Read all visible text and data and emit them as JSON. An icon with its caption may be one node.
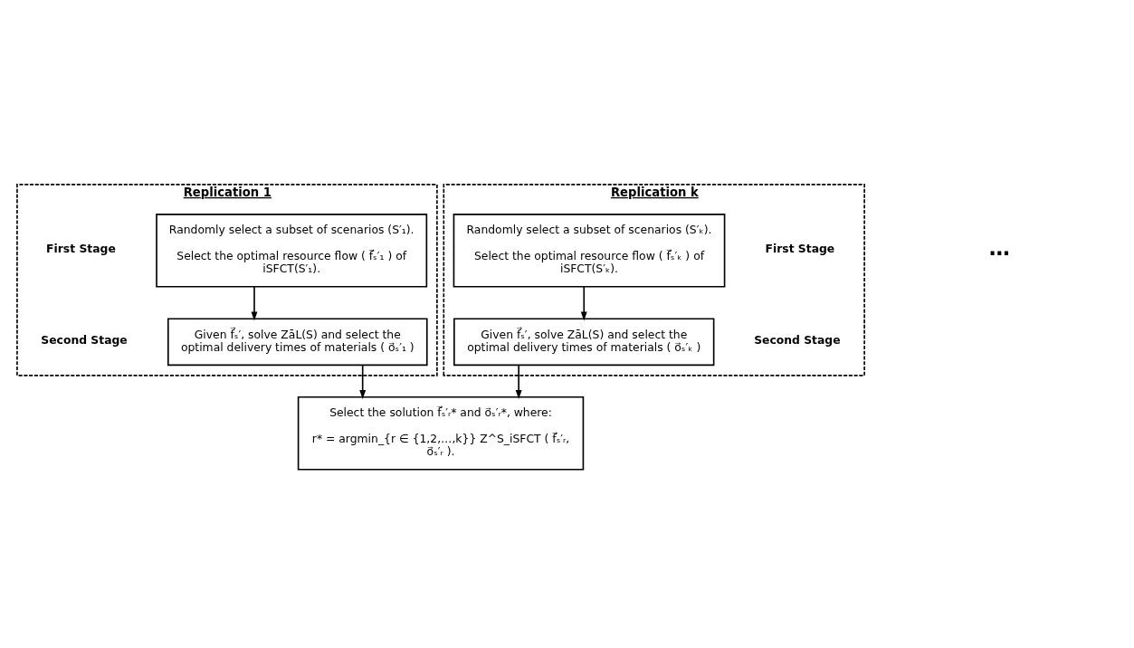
{
  "diagram": {
    "nodes": [
      {
        "text": [
          "Replication 1"
        ]
      },
      {
        "text": [
          "Randomly select a subset of scenarios (S′₁).",
          "Select the optimal resource flow ( f⃗ₛ′₁ ) of iSFCT(S′₁)."
        ],
        "in": 0,
        "beside": [
          "First Stage"
        ]
      },
      {
        "text": [
          "Given f⃗ₛ′, solve ZāL(S) and select the optimal delivery times of materials ( o⃗ₛ′₁ )"
        ],
        "in": 0,
        "beside": [
          "Second Stage"
        ]
      },
      {
        "text": [
          "Replication k"
        ]
      },
      {
        "text": [
          "Randomly select a subset of scenarios (S′ₖ).",
          "Select the optimal resource flow ( f⃗ₛ′ₖ ) of iSFCT(S′ₖ)."
        ],
        "in": 3,
        "beside": [
          "First Stage"
        ]
      },
      {
        "text": [
          "Given f⃗ₛ′, solve ZāL(S) and select the optimal delivery times of materials ( o⃗ₛ′ₖ )"
        ],
        "in": 3,
        "beside": [
          "Second Stage"
        ]
      },
      {
        "text": [
          "Select the solution f⃗ₛ′ᵣ* and o⃗ₛ′ᵣ*, where:",
          "r* = argmin_{r ∈ {1,2,…,k}} Z^S_iSFCT ( f⃗ₛ′ᵣ, o⃗ₛ′ᵣ )."
        ]
      }
    ],
    "edges": [
      {
        "from": 1,
        "to": 2,
        "arrow": "to"
      },
      {
        "from": 4,
        "to": 5,
        "arrow": "to"
      },
      {
        "from": 2,
        "to": 6,
        "arrow": "to"
      },
      {
        "from": 5,
        "to": 6,
        "arrow": "to"
      }
    ],
    "labels": [
      "…"
    ]
  }
}
